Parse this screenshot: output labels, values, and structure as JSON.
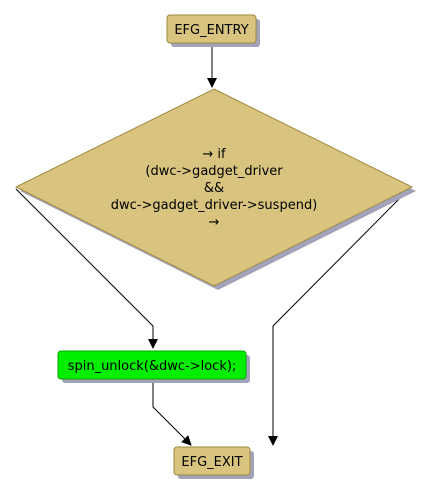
{
  "nodes": {
    "entry": {
      "label": "EFG_ENTRY"
    },
    "decision": {
      "lines": [
        "→ if",
        "(dwc->gadget_driver",
        "&&",
        "dwc->gadget_driver->suspend)",
        "→"
      ]
    },
    "unlock": {
      "label": "spin_unlock(&dwc->lock);"
    },
    "exit": {
      "label": "EFG_EXIT"
    }
  },
  "colors": {
    "node_fill": "#d8c47e",
    "node_border": "#a08a40",
    "shadow": "#a2a2b8",
    "action_fill": "#00ee00",
    "action_border": "#00aa00",
    "edge": "#000000"
  }
}
